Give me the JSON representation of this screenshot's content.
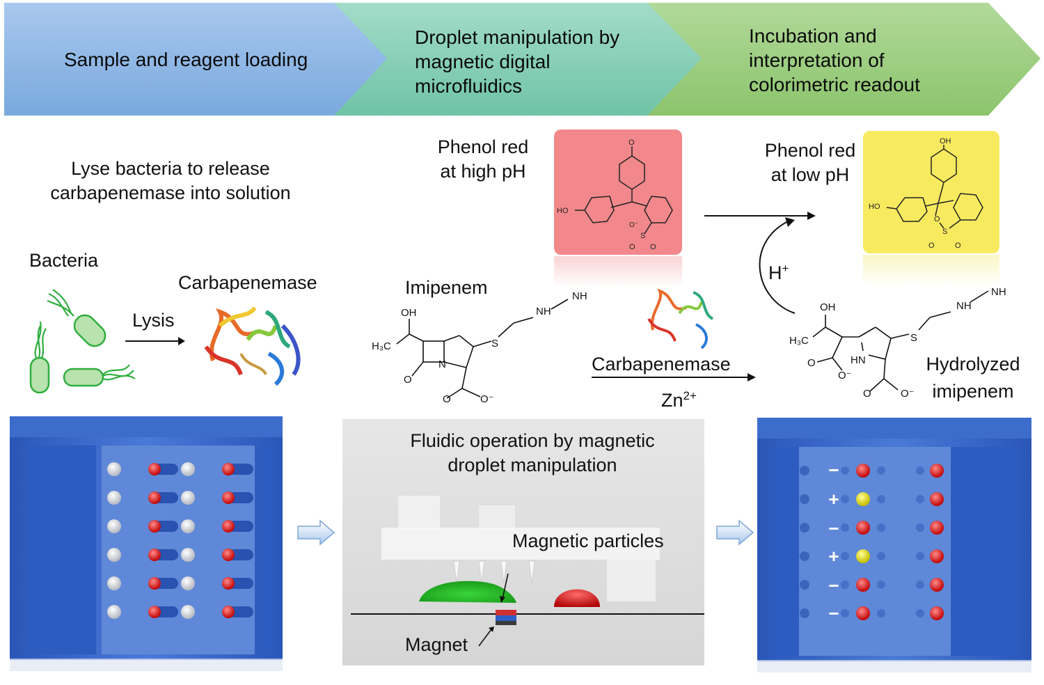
{
  "steps": [
    {
      "label": "Sample and reagent loading"
    },
    {
      "label_lines": [
        "Droplet manipulation by",
        "magnetic digital",
        "microfluidics"
      ]
    },
    {
      "label_lines": [
        "Incubation and",
        "interpretation of",
        "colorimetric readout"
      ]
    }
  ],
  "left": {
    "lyse_lines": [
      "Lyse bacteria to release",
      "carbapenemase into solution"
    ],
    "bacteria": "Bacteria",
    "lysis": "Lysis",
    "carbapenemase": "Carbapenemase"
  },
  "middle": {
    "phenol_high_lines": [
      "Phenol red",
      "at high pH"
    ],
    "imipenem": "Imipenem",
    "fluidic_lines": [
      "Fluidic operation by magnetic",
      "droplet manipulation"
    ],
    "magnetic_particles": "Magnetic particles",
    "magnet": "Magnet"
  },
  "right": {
    "phenol_low_lines": [
      "Phenol red",
      "at low pH"
    ],
    "hplus_base": "H",
    "hplus_sup": "+",
    "carbapenemase": "Carbapenemase",
    "zn_base": "Zn",
    "zn_sup": "2+",
    "hydrolyzed_lines": [
      "Hydrolyzed",
      "imipenem"
    ]
  },
  "chem_labels": {
    "oxo": "O",
    "ho": "HO",
    "oh": "OH",
    "o_minus": "O⁻",
    "o": "O",
    "s": "S",
    "n": "N",
    "nh": "NH",
    "hn": "HN",
    "h3c": "H₃C"
  },
  "readout_signs": [
    "−",
    "+",
    "−",
    "+",
    "−",
    "−"
  ],
  "colors": {
    "step1": "#8fb8e4",
    "step2": "#86d0b6",
    "step3": "#9ccc7c",
    "phenol_high_bg": "#f2878b",
    "phenol_low_bg": "#f6e95c",
    "cartridge_blue": "#2f5fc4",
    "droplet_red": "#d81818",
    "droplet_yellow": "#e8e21a",
    "bacteria_green": "#a8dca0"
  }
}
